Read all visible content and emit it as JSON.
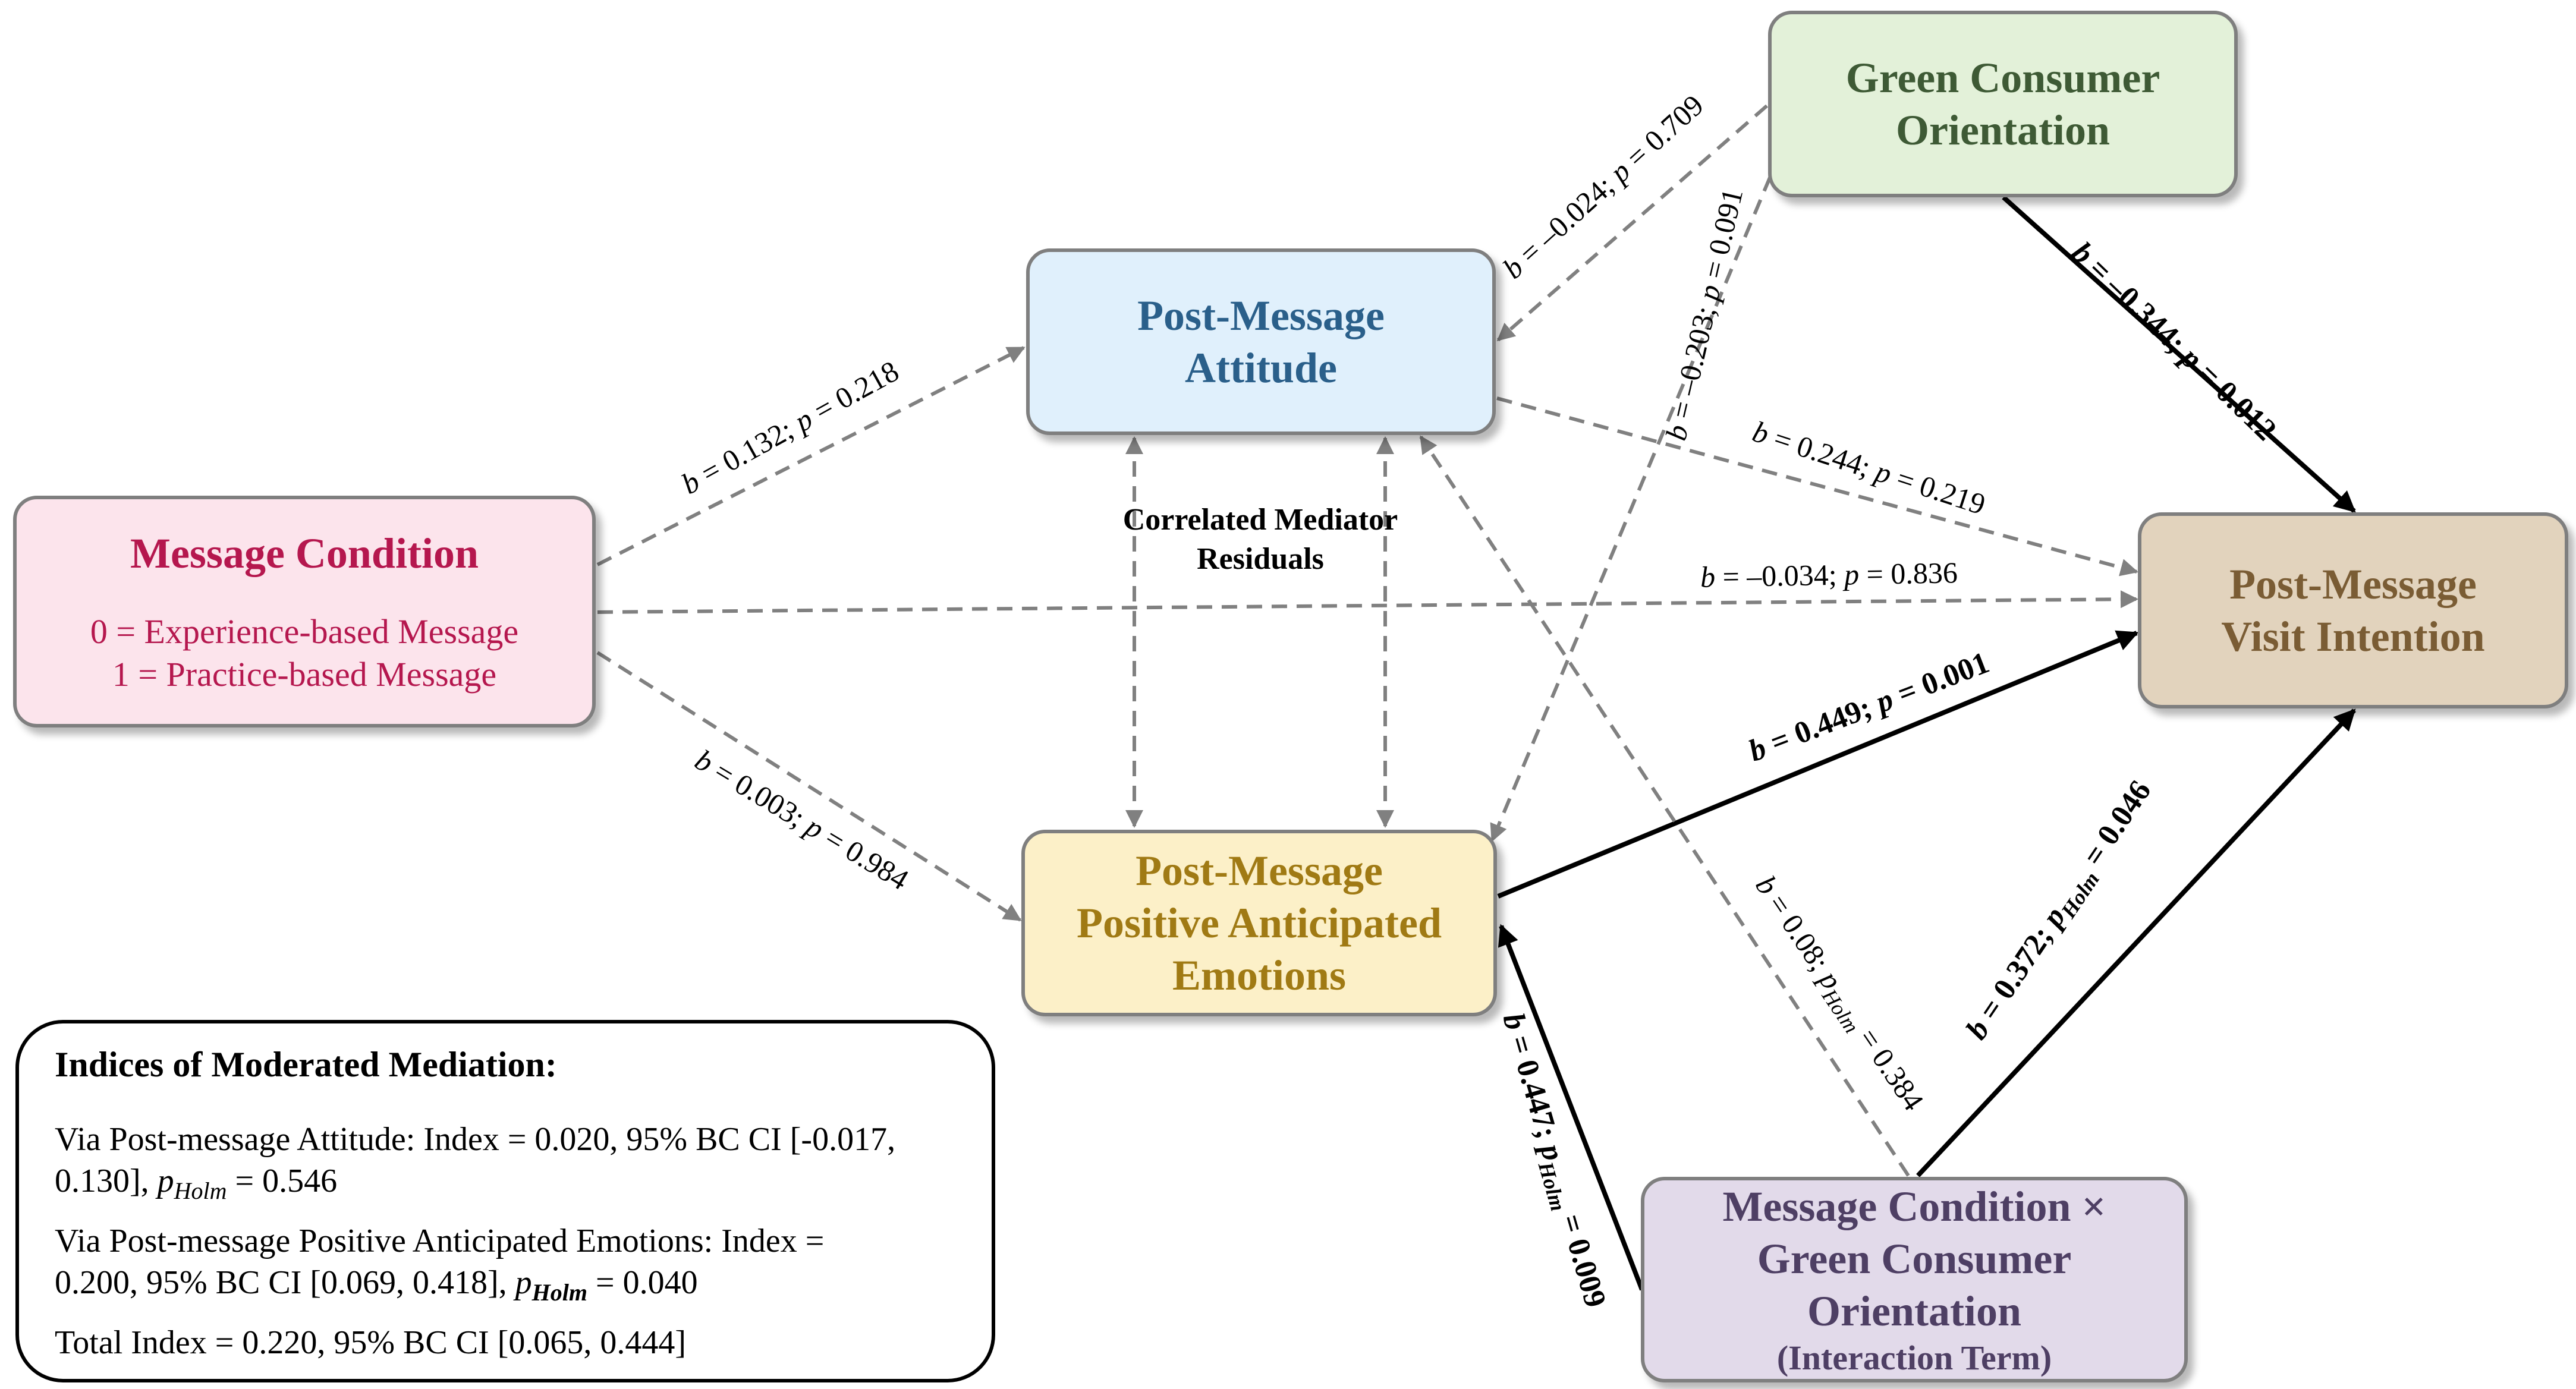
{
  "nodes": {
    "message_condition": {
      "title": "Message Condition",
      "line1": "0 = Experience-based Message",
      "line2": "1 = Practice-based Message",
      "fill": "#fce4ec",
      "text_color": "#b5174e"
    },
    "attitude": {
      "line1": "Post-Message",
      "line2": "Attitude",
      "fill": "#e0f0fc",
      "text_color": "#2a5f8a"
    },
    "emotions": {
      "line1": "Post-Message",
      "line2": "Positive Anticipated",
      "line3": "Emotions",
      "fill": "#fcf0c8",
      "text_color": "#a07a14"
    },
    "green": {
      "line1": "Green Consumer",
      "line2": "Orientation",
      "fill": "#e3f1d9",
      "text_color": "#3e5a35"
    },
    "intention": {
      "line1": "Post-Message",
      "line2": "Visit Intention",
      "fill": "#e2d3bd",
      "text_color": "#7a5c34"
    },
    "interaction": {
      "line1": "Message Condition ×",
      "line2": "Green Consumer",
      "line3": "Orientation",
      "line4": "(Interaction Term)",
      "fill": "#e2daea",
      "text_color": "#4e3f64"
    }
  },
  "edges": {
    "mc_att": {
      "b": "0.132",
      "p": "0.218"
    },
    "mc_emo": {
      "b": "0.003",
      "p": "0.984"
    },
    "mc_int": {
      "b": "–0.034",
      "p": "0.836"
    },
    "gco_att": {
      "b": "–0.024",
      "p": "0.709"
    },
    "gco_emo": {
      "b": "–0.203",
      "p": "0.091"
    },
    "gco_int": {
      "b": "–0.344",
      "p": "0.012"
    },
    "att_int": {
      "b": "0.244",
      "p": "0.219"
    },
    "emo_int": {
      "b": "0.449",
      "p": "0.001"
    },
    "ix_emo": {
      "b": "0.447",
      "p": "0.009"
    },
    "ix_att": {
      "b": "0.08",
      "p": "0.384"
    },
    "ix_int": {
      "b": "0.372",
      "p": "0.046"
    }
  },
  "correlated": {
    "line1": "Correlated Mediator",
    "line2": "Residuals"
  },
  "indices": {
    "heading": "Indices of Moderated Mediation:",
    "att_a": "Via Post-message Attitude: Index = 0.020, 95% BC CI [-0.017,",
    "att_b": "0.130], ",
    "att_p": "= 0.546",
    "emo_a": "Via Post-message Positive Anticipated Emotions: Index =",
    "emo_b": "0.200, 95% BC CI [0.069, 0.418], ",
    "emo_p": "= 0.040",
    "total": "Total Index = 0.220, 95% BC CI [0.065, 0.444]"
  },
  "labels": {
    "b": "b",
    "p": "p",
    "holm": "Holm",
    "eq": " = ",
    "sep": "; "
  }
}
